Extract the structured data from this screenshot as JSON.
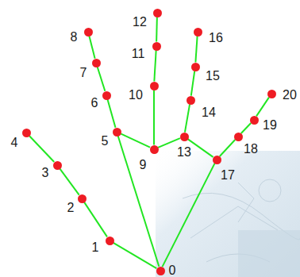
{
  "diagram": {
    "nodes": [
      {
        "text": [
          "0"
        ]
      },
      {
        "text": [
          "1"
        ]
      },
      {
        "text": [
          "2"
        ]
      },
      {
        "text": [
          "3"
        ]
      },
      {
        "text": [
          "4"
        ]
      },
      {
        "text": [
          "5"
        ]
      },
      {
        "text": [
          "6"
        ]
      },
      {
        "text": [
          "7"
        ]
      },
      {
        "text": [
          "8"
        ]
      },
      {
        "text": [
          "9"
        ]
      },
      {
        "text": [
          "10"
        ]
      },
      {
        "text": [
          "11"
        ]
      },
      {
        "text": [
          "12"
        ]
      },
      {
        "text": [
          "13"
        ]
      },
      {
        "text": [
          "14"
        ]
      },
      {
        "text": [
          "15"
        ]
      },
      {
        "text": [
          "16"
        ]
      },
      {
        "text": [
          "17"
        ]
      },
      {
        "text": [
          "18"
        ]
      },
      {
        "text": [
          "19"
        ]
      },
      {
        "text": [
          "20"
        ]
      }
    ],
    "edges": [
      {
        "from": 0,
        "to": 1,
        "arrow": "none"
      },
      {
        "from": 1,
        "to": 2,
        "arrow": "none"
      },
      {
        "from": 2,
        "to": 3,
        "arrow": "none"
      },
      {
        "from": 3,
        "to": 4,
        "arrow": "none"
      },
      {
        "from": 0,
        "to": 5,
        "arrow": "none"
      },
      {
        "from": 5,
        "to": 6,
        "arrow": "none"
      },
      {
        "from": 6,
        "to": 7,
        "arrow": "none"
      },
      {
        "from": 7,
        "to": 8,
        "arrow": "none"
      },
      {
        "from": 5,
        "to": 9,
        "arrow": "none"
      },
      {
        "from": 9,
        "to": 10,
        "arrow": "none"
      },
      {
        "from": 10,
        "to": 11,
        "arrow": "none"
      },
      {
        "from": 11,
        "to": 12,
        "arrow": "none"
      },
      {
        "from": 9,
        "to": 13,
        "arrow": "none"
      },
      {
        "from": 13,
        "to": 14,
        "arrow": "none"
      },
      {
        "from": 14,
        "to": 15,
        "arrow": "none"
      },
      {
        "from": 15,
        "to": 16,
        "arrow": "none"
      },
      {
        "from": 13,
        "to": 17,
        "arrow": "none"
      },
      {
        "from": 17,
        "to": 18,
        "arrow": "none"
      },
      {
        "from": 18,
        "to": 19,
        "arrow": "none"
      },
      {
        "from": 19,
        "to": 20,
        "arrow": "none"
      },
      {
        "from": 0,
        "to": 17,
        "arrow": "none"
      }
    ]
  }
}
